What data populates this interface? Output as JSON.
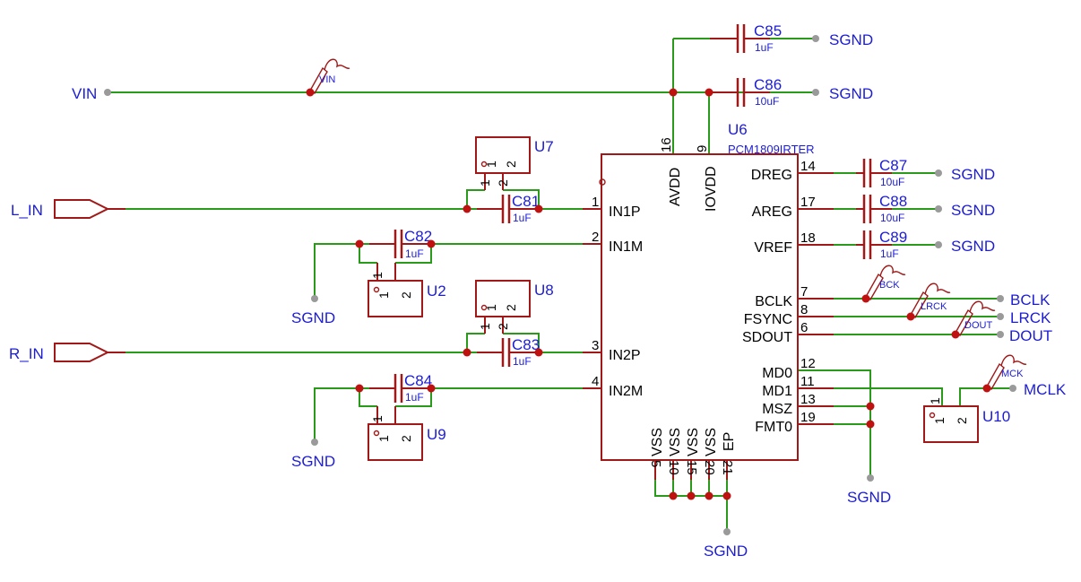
{
  "ic": {
    "ref": "U6",
    "part": "PCM1809IRTER",
    "pins_left": [
      {
        "num": "1",
        "name": "IN1P"
      },
      {
        "num": "2",
        "name": "IN1M"
      },
      {
        "num": "3",
        "name": "IN2P"
      },
      {
        "num": "4",
        "name": "IN2M"
      }
    ],
    "pins_top": [
      {
        "num": "16",
        "name": "AVDD"
      },
      {
        "num": "9",
        "name": "IOVDD"
      }
    ],
    "pins_right": [
      {
        "num": "14",
        "name": "DREG"
      },
      {
        "num": "17",
        "name": "AREG"
      },
      {
        "num": "18",
        "name": "VREF"
      },
      {
        "num": "7",
        "name": "BCLK"
      },
      {
        "num": "8",
        "name": "FSYNC"
      },
      {
        "num": "6",
        "name": "SDOUT"
      },
      {
        "num": "12",
        "name": "MD0"
      },
      {
        "num": "11",
        "name": "MD1"
      },
      {
        "num": "13",
        "name": "MSZ"
      },
      {
        "num": "19",
        "name": "FMT0"
      }
    ],
    "pins_bottom": [
      {
        "num": "5",
        "name": "VSS"
      },
      {
        "num": "10",
        "name": "VSS"
      },
      {
        "num": "15",
        "name": "VSS"
      },
      {
        "num": "20",
        "name": "VSS"
      },
      {
        "num": "21",
        "name": "EP"
      }
    ]
  },
  "capacitors": {
    "c85": {
      "ref": "C85",
      "value": "1uF"
    },
    "c86": {
      "ref": "C86",
      "value": "10uF"
    },
    "c87": {
      "ref": "C87",
      "value": "10uF"
    },
    "c88": {
      "ref": "C88",
      "value": "10uF"
    },
    "c89": {
      "ref": "C89",
      "value": "1uF"
    },
    "c81": {
      "ref": "C81",
      "value": "1uF"
    },
    "c82": {
      "ref": "C82",
      "value": "1uF"
    },
    "c83": {
      "ref": "C83",
      "value": "1uF"
    },
    "c84": {
      "ref": "C84",
      "value": "1uF"
    }
  },
  "jumpers": {
    "u7": {
      "ref": "U7",
      "pin1": "1",
      "pin2": "2"
    },
    "u2": {
      "ref": "U2",
      "pin1": "1",
      "pin2": "2"
    },
    "u8": {
      "ref": "U8",
      "pin1": "1",
      "pin2": "2"
    },
    "u9": {
      "ref": "U9",
      "pin1": "1",
      "pin2": "2"
    },
    "u10": {
      "ref": "U10",
      "pin1": "1",
      "pin2": "2"
    }
  },
  "nets": {
    "vin": "VIN",
    "sgnd": "SGND",
    "l_in": "L_IN",
    "r_in": "R_IN",
    "bclk": "BCLK",
    "lrck": "LRCK",
    "dout": "DOUT",
    "mclk": "MCLK"
  },
  "probes": {
    "vin": "VIN",
    "bck": "BCK",
    "lrck": "LRCK",
    "dout": "DOUT",
    "mck": "MCK"
  },
  "colors": {
    "wire": "#2a9a1a",
    "part": "#a01818",
    "label": "#1c1cd6",
    "junction": "#c01010",
    "terminal": "#9a9a9a"
  }
}
